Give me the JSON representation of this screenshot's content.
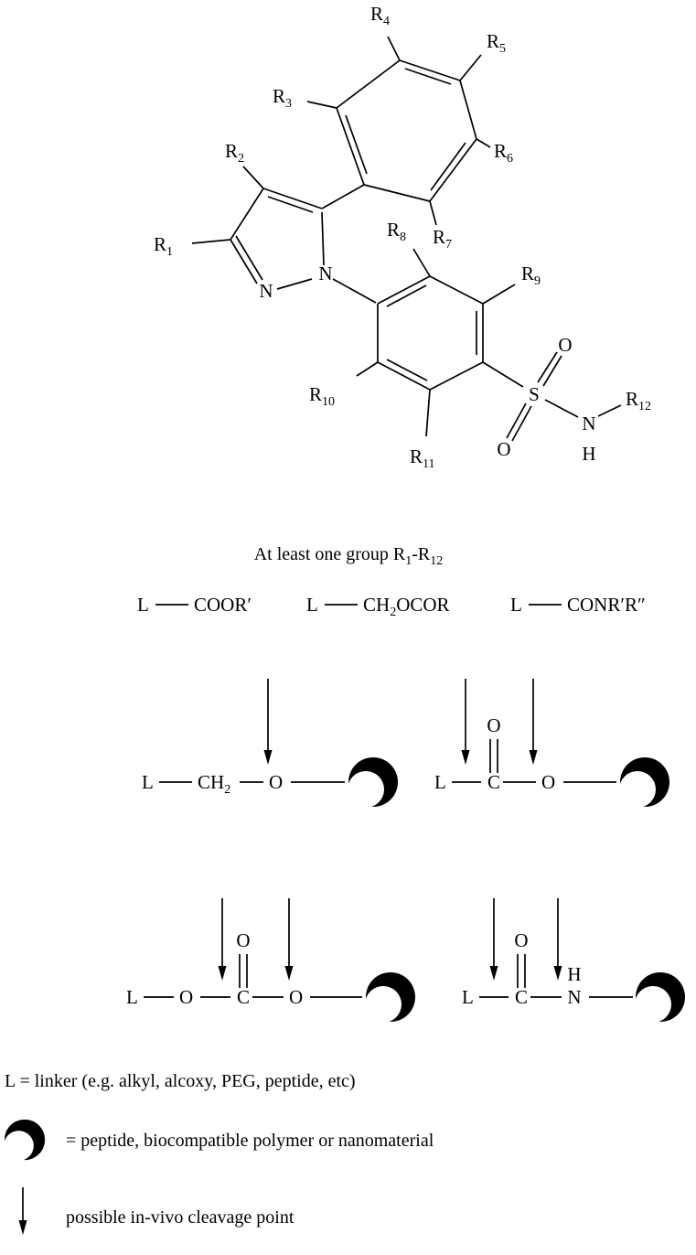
{
  "mol": {
    "r1": {
      "b": "R",
      "s": "1"
    },
    "r2": {
      "b": "R",
      "s": "2"
    },
    "r3": {
      "b": "R",
      "s": "3"
    },
    "r4": {
      "b": "R",
      "s": "4"
    },
    "r5": {
      "b": "R",
      "s": "5"
    },
    "r6": {
      "b": "R",
      "s": "6"
    },
    "r7": {
      "b": "R",
      "s": "7"
    },
    "r8": {
      "b": "R",
      "s": "8"
    },
    "r9": {
      "b": "R",
      "s": "9"
    },
    "r10": {
      "b": "R",
      "s": "10"
    },
    "r11": {
      "b": "R",
      "s": "11"
    },
    "r12": {
      "b": "R",
      "s": "12"
    },
    "n1": "N",
    "n2": "N",
    "s": "S",
    "o_up": "O",
    "o_down": "O",
    "nh_n": "N",
    "nh_h": "H"
  },
  "caption": {
    "t1": "At least one group R",
    "s1": "1",
    "t2": "-R",
    "s2": "12"
  },
  "formulas": {
    "ester": {
      "l": "L",
      "g": "COOR′"
    },
    "acyloxymethyl": {
      "l": "L",
      "g1": "CH",
      "sub": "2",
      "g2": "OCOR"
    },
    "amide": {
      "l": "L",
      "g": "CONR′R″"
    }
  },
  "linkages": {
    "ether": {
      "l": "L",
      "ch": "CH",
      "sub": "2",
      "o": "O"
    },
    "ester": {
      "l": "L",
      "c": "C",
      "o_dbl": "O",
      "o": "O"
    },
    "carbonate": {
      "l": "L",
      "o1": "O",
      "c": "C",
      "o_dbl": "O",
      "o2": "O"
    },
    "amide": {
      "l": "L",
      "c": "C",
      "o_dbl": "O",
      "n": "N",
      "h": "H"
    }
  },
  "legend": {
    "linker": "L = linker (e.g. alkyl, alcoxy, PEG, peptide, etc)",
    "sphere": "= peptide, biocompatible polymer or nanomaterial",
    "cleavage": "possible in-vivo cleavage point"
  }
}
